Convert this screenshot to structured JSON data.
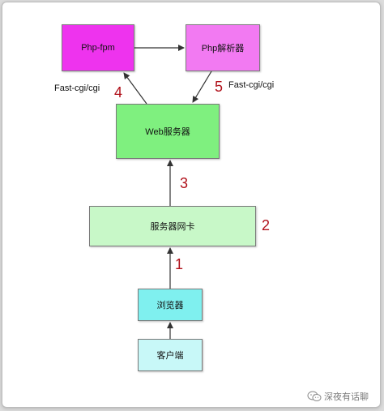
{
  "colors": {
    "php_fpm_fill": "#ee33ee",
    "php_parser_fill": "#f27af2",
    "web_fill": "#7ff07f",
    "nic_fill": "#c8f8c8",
    "browser_fill": "#7ff0ef",
    "client_fill": "#c8f8f8",
    "step_number": "#b0101a"
  },
  "nodes": {
    "php_fpm": "Php-fpm",
    "php_parser": "Php解析器",
    "web_server": "Web服务器",
    "nic": "服务器网卡",
    "browser": "浏览器",
    "client": "客户端"
  },
  "labels": {
    "fastcgi_left": "Fast-cgi/cgi",
    "fastcgi_right": "Fast-cgi/cgi"
  },
  "steps": [
    "1",
    "2",
    "3",
    "4",
    "5"
  ],
  "watermark": {
    "text": "深夜有话聊",
    "icon": "wechat-icon"
  }
}
